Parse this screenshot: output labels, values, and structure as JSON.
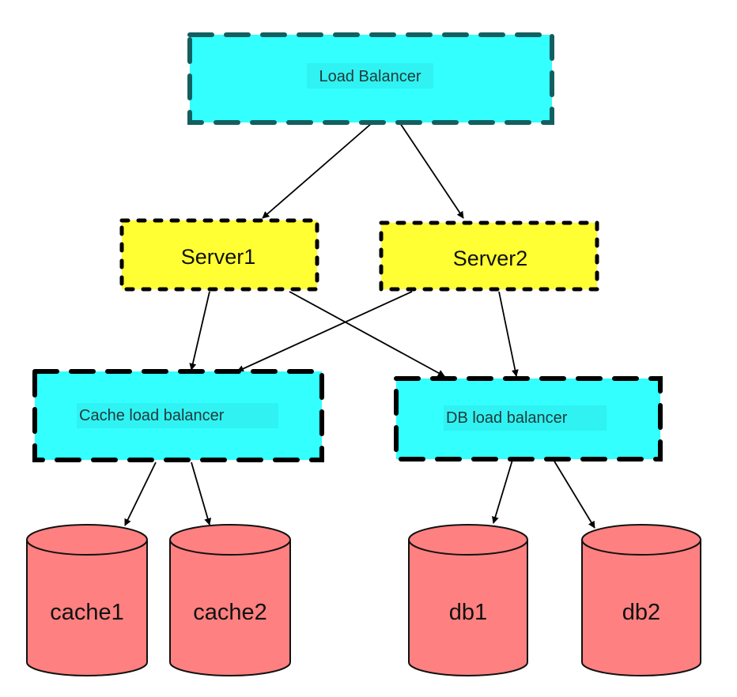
{
  "diagram": {
    "title": "",
    "colors": {
      "load_balancer_fill": "#33ffff",
      "load_balancer_border_top": "#135f5f",
      "load_balancer_border": "#000000",
      "server_fill": "#ffff33",
      "server_border": "#000000",
      "storage_fill": "#ff8080",
      "storage_border": "#111111",
      "edge": "#000000"
    },
    "nodes": {
      "load_balancer": {
        "label": "Load Balancer",
        "shape": "rectangle",
        "border": "dashed"
      },
      "server1": {
        "label": "Server1",
        "shape": "rectangle",
        "border": "dotted"
      },
      "server2": {
        "label": "Server2",
        "shape": "rectangle",
        "border": "dotted"
      },
      "cache_lb": {
        "label": "Cache load balancer",
        "shape": "rectangle",
        "border": "dashed"
      },
      "db_lb": {
        "label": "DB load balancer",
        "shape": "rectangle",
        "border": "dashed"
      },
      "cache1": {
        "label": "cache1",
        "shape": "cylinder"
      },
      "cache2": {
        "label": "cache2",
        "shape": "cylinder"
      },
      "db1": {
        "label": "db1",
        "shape": "cylinder"
      },
      "db2": {
        "label": "db2",
        "shape": "cylinder"
      }
    },
    "edges": [
      {
        "from": "load_balancer",
        "to": "server1"
      },
      {
        "from": "load_balancer",
        "to": "server2"
      },
      {
        "from": "server1",
        "to": "cache_lb"
      },
      {
        "from": "server1",
        "to": "db_lb"
      },
      {
        "from": "server2",
        "to": "cache_lb"
      },
      {
        "from": "server2",
        "to": "db_lb"
      },
      {
        "from": "cache_lb",
        "to": "cache1"
      },
      {
        "from": "cache_lb",
        "to": "cache2"
      },
      {
        "from": "db_lb",
        "to": "db1"
      },
      {
        "from": "db_lb",
        "to": "db2"
      }
    ]
  }
}
